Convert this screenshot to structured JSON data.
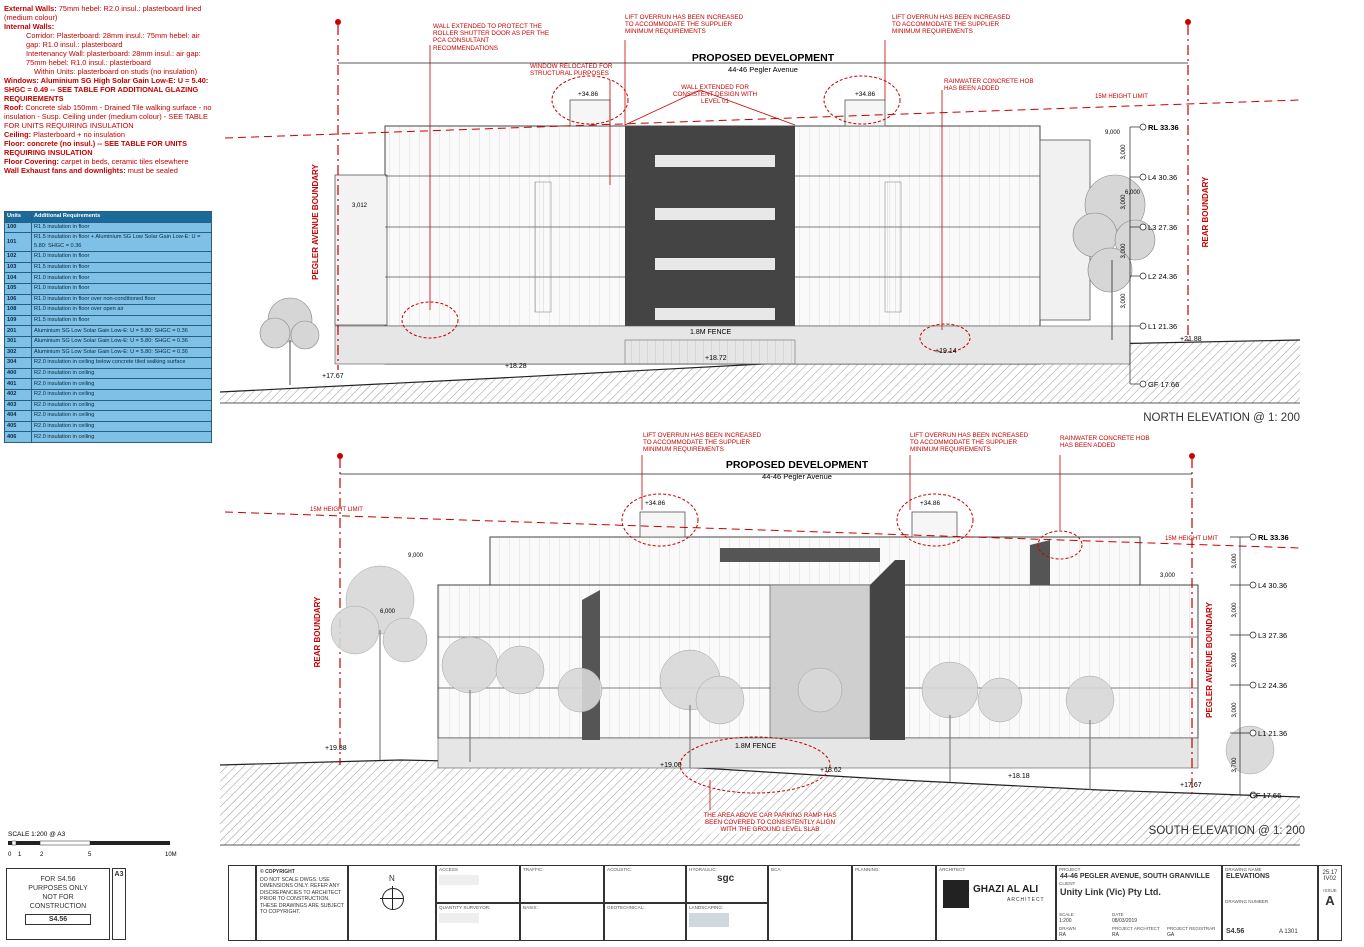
{
  "notes": {
    "external_walls_label": "External Walls:",
    "external_walls": "75mm hebel: R2.0 insul.: plasterboard lined (medium colour)",
    "internal_walls_label": "Internal Walls:",
    "internal_1": "Corridor: Plasterboard: 28mm insul.: 75mm hebel: air gap: R1.0 insul.: plasterboard",
    "internal_2": "Intertenancy Wall: plasterboard: 28mm insul.: air gap: 75mm hebel: R1.0 insul.: plasterboard",
    "internal_3": "Within Units: plasterboard on studs (no insulation)",
    "windows_label": "Windows:",
    "windows": "Aluminium SG High Solar Gain Low-E: U = 5.40: SHGC = 0.49 -- SEE TABLE FOR ADDITIONAL GLAZING REQUIREMENTS",
    "roof_label": "Roof:",
    "roof": "Concrete slab 150mm - Drained Tile walking surface - no insulation - Susp. Ceiling under (medium colour) - SEE TABLE FOR UNITS REQUIRING INSULATION",
    "ceiling_label": "Ceiling:",
    "ceiling": "Plasterboard + no insulation",
    "floor_label": "Floor:",
    "floor": "concrete (no insul.) -- SEE TABLE FOR UNITS REQUIRING INSULATION",
    "floor_covering_label": "Floor Covering:",
    "floor_covering": "carpet in beds, ceramic tiles elsewhere",
    "wall_exhaust_label": "Wall Exhaust fans and downlights:",
    "wall_exhaust": "must be sealed"
  },
  "units_table": {
    "headers": [
      "Units",
      "Additional Requirements"
    ],
    "rows": [
      [
        "100",
        "R1.5 insulation in floor"
      ],
      [
        "101",
        "R1.5 insulation in floor + Aluminium SG Low Solar Gain Low-E: U = 5.80: SHGC = 0.36"
      ],
      [
        "102",
        "R1.0 insulation in floor"
      ],
      [
        "103",
        "R1.5 insulation in floor"
      ],
      [
        "104",
        "R1.0 insulation in floor"
      ],
      [
        "105",
        "R1.0 insulation in floor"
      ],
      [
        "106",
        "R1.0 insulation in floor over non-conditioned floor"
      ],
      [
        "108",
        "R1.0 insulation in floor over open air"
      ],
      [
        "109",
        "R1.5 insulation in floor"
      ],
      [
        "201",
        "Aluminium SG Low Solar Gain Low-E: U = 5.80: SHGC = 0.36"
      ],
      [
        "301",
        "Aluminium SG Low Solar Gain Low-E: U = 5.80: SHGC = 0.36"
      ],
      [
        "302",
        "Aluminium SG Low Solar Gain Low-E: U = 5.80: SHGC = 0.36"
      ],
      [
        "304",
        "R2.0 insulation in ceiling below concrete tiled walking surface"
      ],
      [
        "400",
        "R2.0 insulation in ceiling"
      ],
      [
        "401",
        "R2.0 insulation in ceiling"
      ],
      [
        "402",
        "R2.0 insulation in ceiling"
      ],
      [
        "403",
        "R2.0 insulation in ceiling"
      ],
      [
        "404",
        "R2.0 insulation in ceiling"
      ],
      [
        "405",
        "R2.0 insulation in ceiling"
      ],
      [
        "406",
        "R2.0 insulation in ceiling"
      ]
    ]
  },
  "north": {
    "title": "PROPOSED DEVELOPMENT",
    "subtitle": "44-46 Pegler Avenue",
    "elevation_label": "NORTH ELEVATION @ 1: 200",
    "left_boundary": "PEGLER AVENUE BOUNDARY",
    "right_boundary": "REAR BOUNDARY",
    "height_limit": "15M HEIGHT LIMIT",
    "fence": "1.8M FENCE",
    "annotations": {
      "wall_extended": "WALL EXTENDED TO PROTECT THE ROLLER SHUTTER DOOR AS PER THE PCA CONSULTANT RECOMMENDATIONS",
      "lift_overrun_1": "LIFT OVERRUN HAS BEEN INCREASED TO ACCOMMODATE THE SUPPLIER MINIMUM REQUIREMENTS",
      "lift_overrun_2": "LIFT OVERRUN HAS BEEN INCREASED TO ACCOMMODATE THE SUPPLIER MINIMUM REQUIREMENTS",
      "window_relocated": "WINDOW RELOCATED FOR STRUCTURAL PURPOSES",
      "wall_consistent": "WALL EXTENDED FOR CONSISTENT DESIGN WITH LEVEL 01",
      "rainwater": "RAINWATER CONCRETE HOB HAS BEEN ADDED"
    },
    "levels": [
      {
        "label": "RL 33.36",
        "dim": "3,000"
      },
      {
        "label": "L4 30.36",
        "dim": "3,000"
      },
      {
        "label": "L3 27.36",
        "dim": "3,000"
      },
      {
        "label": "L2 24.36",
        "dim": "3,000"
      },
      {
        "label": "L1 21.36",
        "dim": ""
      },
      {
        "label": "GF 17.66",
        "dim": ""
      }
    ],
    "spots": [
      "+34.86",
      "+34.86",
      "+17.67",
      "+18.28",
      "+18.72",
      "+19.14",
      "+21.88"
    ],
    "dims": [
      "9,000",
      "6,000",
      "3,012"
    ]
  },
  "south": {
    "title": "PROPOSED DEVELOPMENT",
    "subtitle": "44-46 Pegler Avenue",
    "elevation_label": "SOUTH ELEVATION @ 1: 200",
    "left_boundary": "REAR BOUNDARY",
    "right_boundary": "PEGLER AVENUE BOUNDARY",
    "height_limit": "15M HEIGHT LIMIT",
    "height_limit_2": "15M HEIGHT LIMIT",
    "fence": "1.8M FENCE",
    "annotations": {
      "lift_overrun_1": "LIFT OVERRUN HAS BEEN INCREASED TO ACCOMMODATE THE SUPPLIER MINIMUM REQUIREMENTS",
      "lift_overrun_2": "LIFT OVERRUN HAS BEEN INCREASED TO ACCOMMODATE THE SUPPLIER MINIMUM REQUIREMENTS",
      "rainwater": "RAINWATER CONCRETE HOB HAS BEEN ADDED",
      "parking": "THE AREA ABOVE CAR PARKING RAMP HAS BEEN COVERED TO CONSISTENTLY ALIGN WITH THE GROUND LEVEL SLAB"
    },
    "levels": [
      {
        "label": "RL 33.36",
        "dim": "3,000"
      },
      {
        "label": "L4 30.36",
        "dim": "3,000"
      },
      {
        "label": "L3 27.36",
        "dim": "3,000"
      },
      {
        "label": "L2 24.36",
        "dim": "3,000"
      },
      {
        "label": "L1 21.36",
        "dim": "3,700"
      },
      {
        "label": "GF 17.66",
        "dim": ""
      }
    ],
    "spots": [
      "+34.86",
      "+34.86",
      "+19.88",
      "+19.00",
      "+18.62",
      "+18.18",
      "+17.67"
    ],
    "dims": [
      "9,000",
      "6,000",
      "3,000"
    ]
  },
  "scale": {
    "label": "SCALE 1:200 @ A3",
    "ticks": [
      "0",
      "1",
      "2",
      "5",
      "10M"
    ]
  },
  "title_block": {
    "stamp_1": "FOR S4.56",
    "stamp_2": "PURPOSES ONLY",
    "stamp_3": "NOT FOR",
    "stamp_4": "CONSTRUCTION",
    "stamp_5": "S4.56",
    "sheet_size": "A3",
    "copyright_head": "© COPYRIGHT",
    "copyright_text": "DO NOT SCALE DWGS. USE DIMENSIONS ONLY. REFER ANY DISCREPANCIES TO ARCHITECT PRIOR TO CONSTRUCTION. THESE DRAWINGS ARE SUBJECT TO COPYRIGHT.",
    "north": "N",
    "access": "ACCESS",
    "traffic": "TRAFFIC:",
    "acoustic": "ACOUSTIC:",
    "hydraulic": "HYDRAULIC:",
    "bca": "BCA:",
    "planning": "PLANNING:",
    "quantity_surveyor": "QUANTITY SURVEYOR:",
    "basix": "BASIX:",
    "geotechnical": "GEOTECHNICAL:",
    "landscaping": "LANDSCAPING:",
    "sgc": "sgc",
    "architect_label": "ARCHITECT",
    "architect": "GHAZI AL ALI",
    "architect_sub": "ARCHITECT",
    "project_label": "PROJECT",
    "project": "44-46 PEGLER AVENUE, SOUTH GRANVILLE",
    "client_label": "CLIENT",
    "client": "Unity Link (Vic) Pty Ltd.",
    "scale_label": "SCALE",
    "scale_val": "1:200",
    "date_label": "DATE",
    "date_val": "08/03/2019",
    "drawn_label": "DRAWN",
    "drawn_val": "RA",
    "project_architect_label": "PROJECT ARCHITECT",
    "project_architect_val": "RA",
    "project_registrar_label": "PROJECT REGISTRAR",
    "project_registrar_val": "GA",
    "drawing_name_label": "DRAWING NAME",
    "drawing_name": "ELEVATIONS",
    "drawing_number_label": "DRAWING NUMBER",
    "drawing_number": "S4.56",
    "drawing_code": "A 1301",
    "issue_label": "ISSUE",
    "issue": "A",
    "revision": "IV02",
    "job": "25.17"
  },
  "colors": {
    "accent_red": "#c80000",
    "table_blue": "#7ec0e6",
    "table_header": "#1a6a9a"
  }
}
